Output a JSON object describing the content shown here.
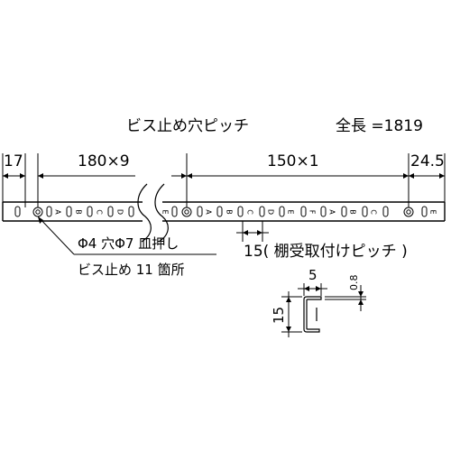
{
  "labels": {
    "screw_pitch": "ビス止め穴ピッチ",
    "total_length": "全長 =1819",
    "dim_17": "17",
    "dim_180x9": "180×9",
    "dim_150x1": "150×1",
    "dim_24_5": "24.5",
    "shelf_pitch": "15( 棚受取付けピッチ )",
    "hole_spec": "Φ4 穴Φ7 皿押し",
    "screw_count": "ビス止め 11 箇所",
    "section_dim_5": "5",
    "section_dim_0_8": "0.8",
    "section_dim_15": "15"
  },
  "hole_letters_left": [
    "A",
    "B",
    "C",
    "D"
  ],
  "hole_letters_right": [
    "E",
    "A",
    "B",
    "C",
    "D",
    "E",
    "F",
    "A",
    "B",
    "C",
    "E"
  ]
}
